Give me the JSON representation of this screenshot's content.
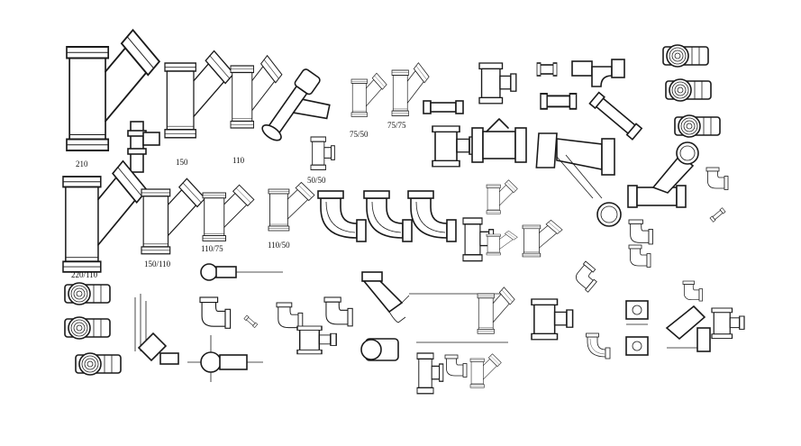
{
  "drawing": {
    "size_labels": {
      "wye_210": "210",
      "wye_150": "150",
      "wye_110": "110",
      "wye_75_50": "75/50",
      "wye_75_75": "75/75",
      "tee_50_50": "50/50",
      "wye_220_110": "220/110",
      "wye_150_110": "150/110",
      "wye_110_75": "110/75",
      "wye_110_50": "110/50"
    },
    "colors": {
      "line": "#1a1a1a",
      "background": "#ffffff"
    },
    "icons": [
      "wye-fitting-icon",
      "tee-fitting-icon",
      "elbow-fitting-icon",
      "coupling-icon",
      "end-view-icon"
    ]
  }
}
